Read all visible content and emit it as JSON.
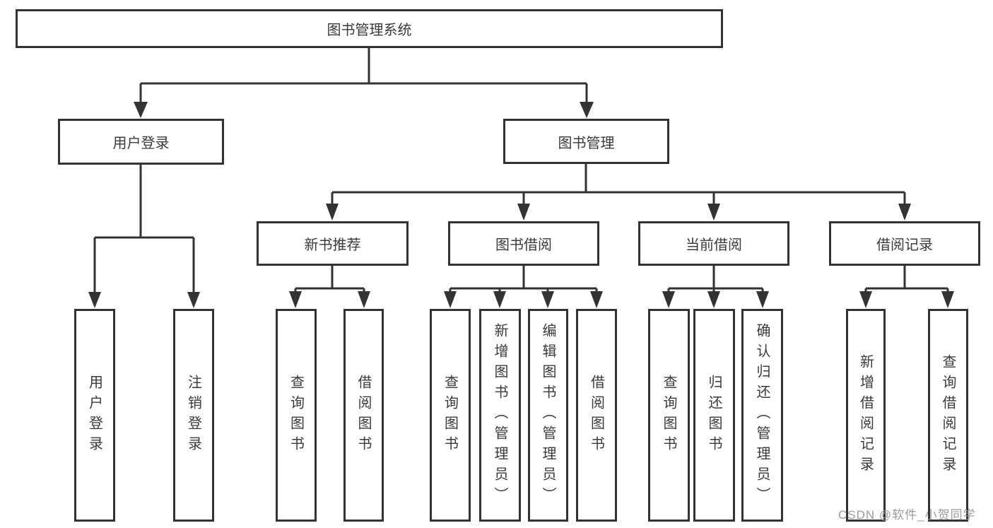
{
  "diagram_title": "图书管理系统",
  "watermark": "CSDN @软件_小贺同学",
  "colors": {
    "line": "#333333",
    "box_border": "#333333",
    "text": "#3a3a3a",
    "background": "#ffffff",
    "watermark": "#9b9b9b"
  },
  "nodes": {
    "root": {
      "label": "图书管理系统"
    },
    "user_login": {
      "label": "用户登录"
    },
    "book_mgmt": {
      "label": "图书管理"
    },
    "new_book_rec": {
      "label": "新书推荐"
    },
    "book_borrow": {
      "label": "图书借阅"
    },
    "current_borrow": {
      "label": "当前借阅"
    },
    "borrow_record": {
      "label": "借阅记录"
    },
    "leaf_user_login": {
      "label": "用户登录"
    },
    "leaf_logout": {
      "label": "注销登录"
    },
    "leaf_query_book_a": {
      "label": "查询图书"
    },
    "leaf_borrow_book_a": {
      "label": "借阅图书"
    },
    "leaf_query_book_b": {
      "label": "查询图书"
    },
    "leaf_add_book": {
      "label": "新增图书（管理员）"
    },
    "leaf_edit_book": {
      "label": "编辑图书（管理员）"
    },
    "leaf_borrow_book_b": {
      "label": "借阅图书"
    },
    "leaf_query_book_c": {
      "label": "查询图书"
    },
    "leaf_return_book": {
      "label": "归还图书"
    },
    "leaf_confirm_return": {
      "label": "确认归还（管理员）"
    },
    "leaf_add_record": {
      "label": "新增借阅记录"
    },
    "leaf_query_record": {
      "label": "查询借阅记录"
    }
  },
  "hierarchy": {
    "图书管理系统": [
      "用户登录",
      "图书管理"
    ],
    "用户登录": [
      "用户登录",
      "注销登录"
    ],
    "图书管理": [
      "新书推荐",
      "图书借阅",
      "当前借阅",
      "借阅记录"
    ],
    "新书推荐": [
      "查询图书",
      "借阅图书"
    ],
    "图书借阅": [
      "查询图书",
      "新增图书（管理员）",
      "编辑图书（管理员）",
      "借阅图书"
    ],
    "当前借阅": [
      "查询图书",
      "归还图书",
      "确认归还（管理员）"
    ],
    "借阅记录": [
      "新增借阅记录",
      "查询借阅记录"
    ]
  }
}
